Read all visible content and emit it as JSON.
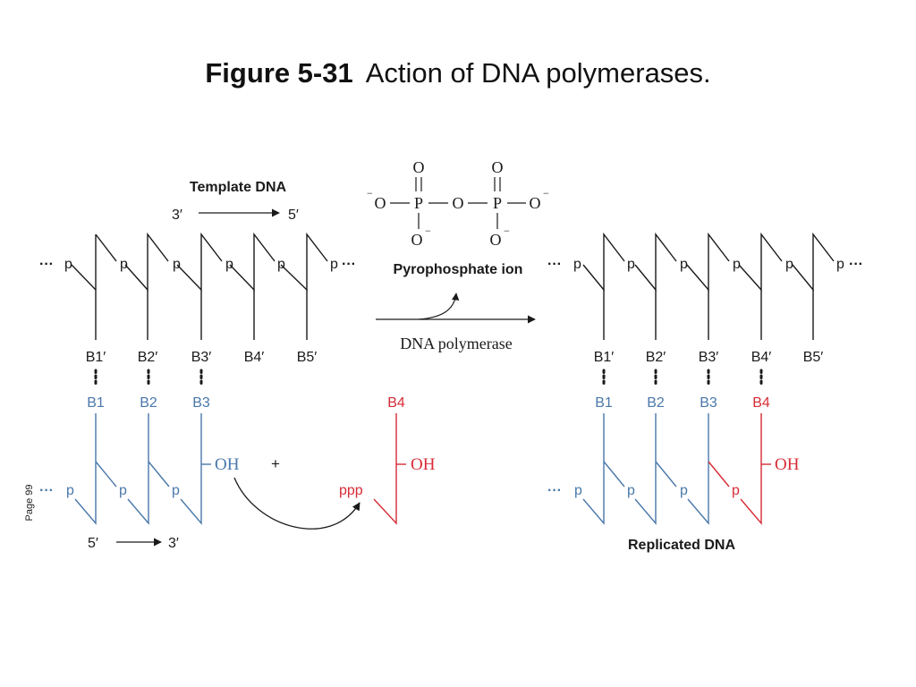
{
  "title": {
    "figure": "Figure 5-31",
    "caption": "Action of DNA polymerases."
  },
  "page_label": "Page 99",
  "colors": {
    "template": "#1a1a1a",
    "primer": "#4a78aa",
    "incoming": "#d62c36"
  },
  "template": {
    "heading": "Template DNA",
    "end_left": "3′",
    "end_right": "5′",
    "phosphate": "p",
    "ellipsis": "···",
    "bases": [
      "B1′",
      "B2′",
      "B3′",
      "B4′",
      "B5′"
    ]
  },
  "primer": {
    "end_left": "5′",
    "end_right": "3′",
    "phosphate": "p",
    "ellipsis": "···",
    "bases": [
      "B1",
      "B2",
      "B3"
    ],
    "hydroxyl": "OH"
  },
  "plus": "+",
  "incoming": {
    "base": "B4",
    "triphosphate": "ppp",
    "hydroxyl": "OH"
  },
  "pyrophosphate": {
    "label": "Pyrophosphate ion",
    "atoms": {
      "O": "O",
      "P": "P",
      "neg": "−"
    }
  },
  "enzyme": "DNA polymerase",
  "product": {
    "label": "Replicated DNA",
    "template_bases": [
      "B1′",
      "B2′",
      "B3′",
      "B4′",
      "B5′"
    ],
    "new_bases": [
      "B1",
      "B2",
      "B3",
      "B4"
    ],
    "phosphate": "p",
    "ellipsis": "···",
    "hydroxyl": "OH"
  }
}
